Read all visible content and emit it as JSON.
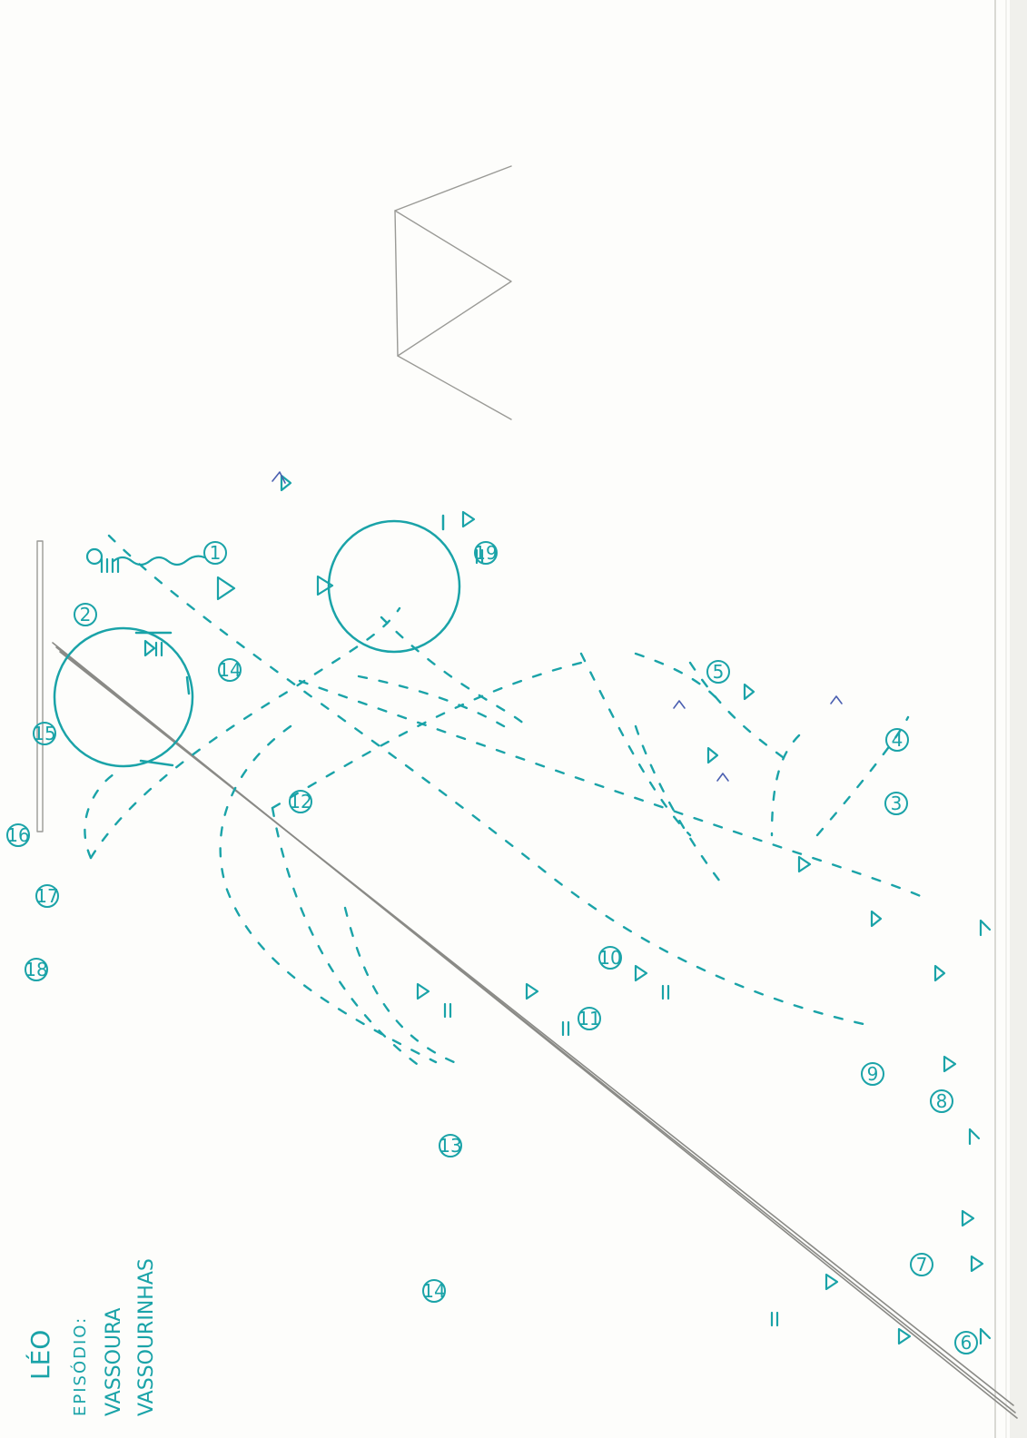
{
  "colors": {
    "ink": "#1aa3a8",
    "pencil": "#8a8a86",
    "blue_pen": "#4a5fb0",
    "paper": "#fdfdfb"
  },
  "title": {
    "name": "LÉO",
    "episode_label": "EPISÓDIO:",
    "episode_line1": "VASSOURA",
    "episode_line2": "VASSOURINHAS"
  },
  "markers": [
    "1",
    "2",
    "3",
    "4",
    "5",
    "6",
    "7",
    "8",
    "9",
    "10",
    "11",
    "12",
    "13",
    "14",
    "14",
    "15",
    "16",
    "17",
    "18",
    "19"
  ]
}
